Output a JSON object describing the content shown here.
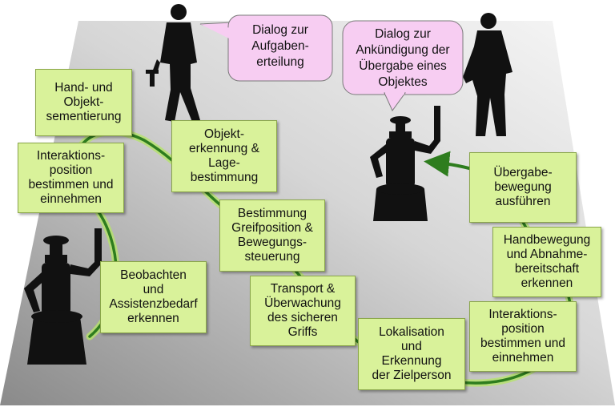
{
  "bubbles": {
    "task_dialog": "Dialog zur\nAufgaben-\nerteilung",
    "handover_dialog": "Dialog zur\nAnkündigung der\nÜbergabe eines\nObjektes"
  },
  "steps": {
    "hand_object_segmentation": "Hand- und\nObjekt-\nsementierung",
    "interaction_position_1": "Interaktions-\nposition\nbestimmen und\neinnehmen",
    "observe_assist": "Beobachten\nund\nAssistenzbedarf\nerkennen",
    "object_recognition": "Objekt-\nerkennung &\nLage-\nbestimmung",
    "grip_position": "Bestimmung\nGreifposition &\nBewegungs-\nsteuerung",
    "transport": "Transport &\nÜberwachung\ndes sicheren\nGriffs",
    "localization": "Lokalisation\nund\nErkennung\nder Zielperson",
    "interaction_position_2": "Interaktions-\nposition\nbestimmen und\neinnehmen",
    "hand_movement": "Handbewegung\nund Abnahme-\nbereitschaft\nerkennen",
    "handover_motion": "Übergabe-\nbewegung\nausführen"
  },
  "colors": {
    "box_fill": "#d9f29a",
    "path_green": "#2e7d1e",
    "path_glow": "#b5e36a",
    "bubble_fill": "#f7cdf2",
    "floor_dark": "#8c8c8c",
    "floor_light": "#f4f4f4"
  },
  "icons": [
    "robot-left",
    "robot-right",
    "worker-left",
    "worker-right"
  ]
}
